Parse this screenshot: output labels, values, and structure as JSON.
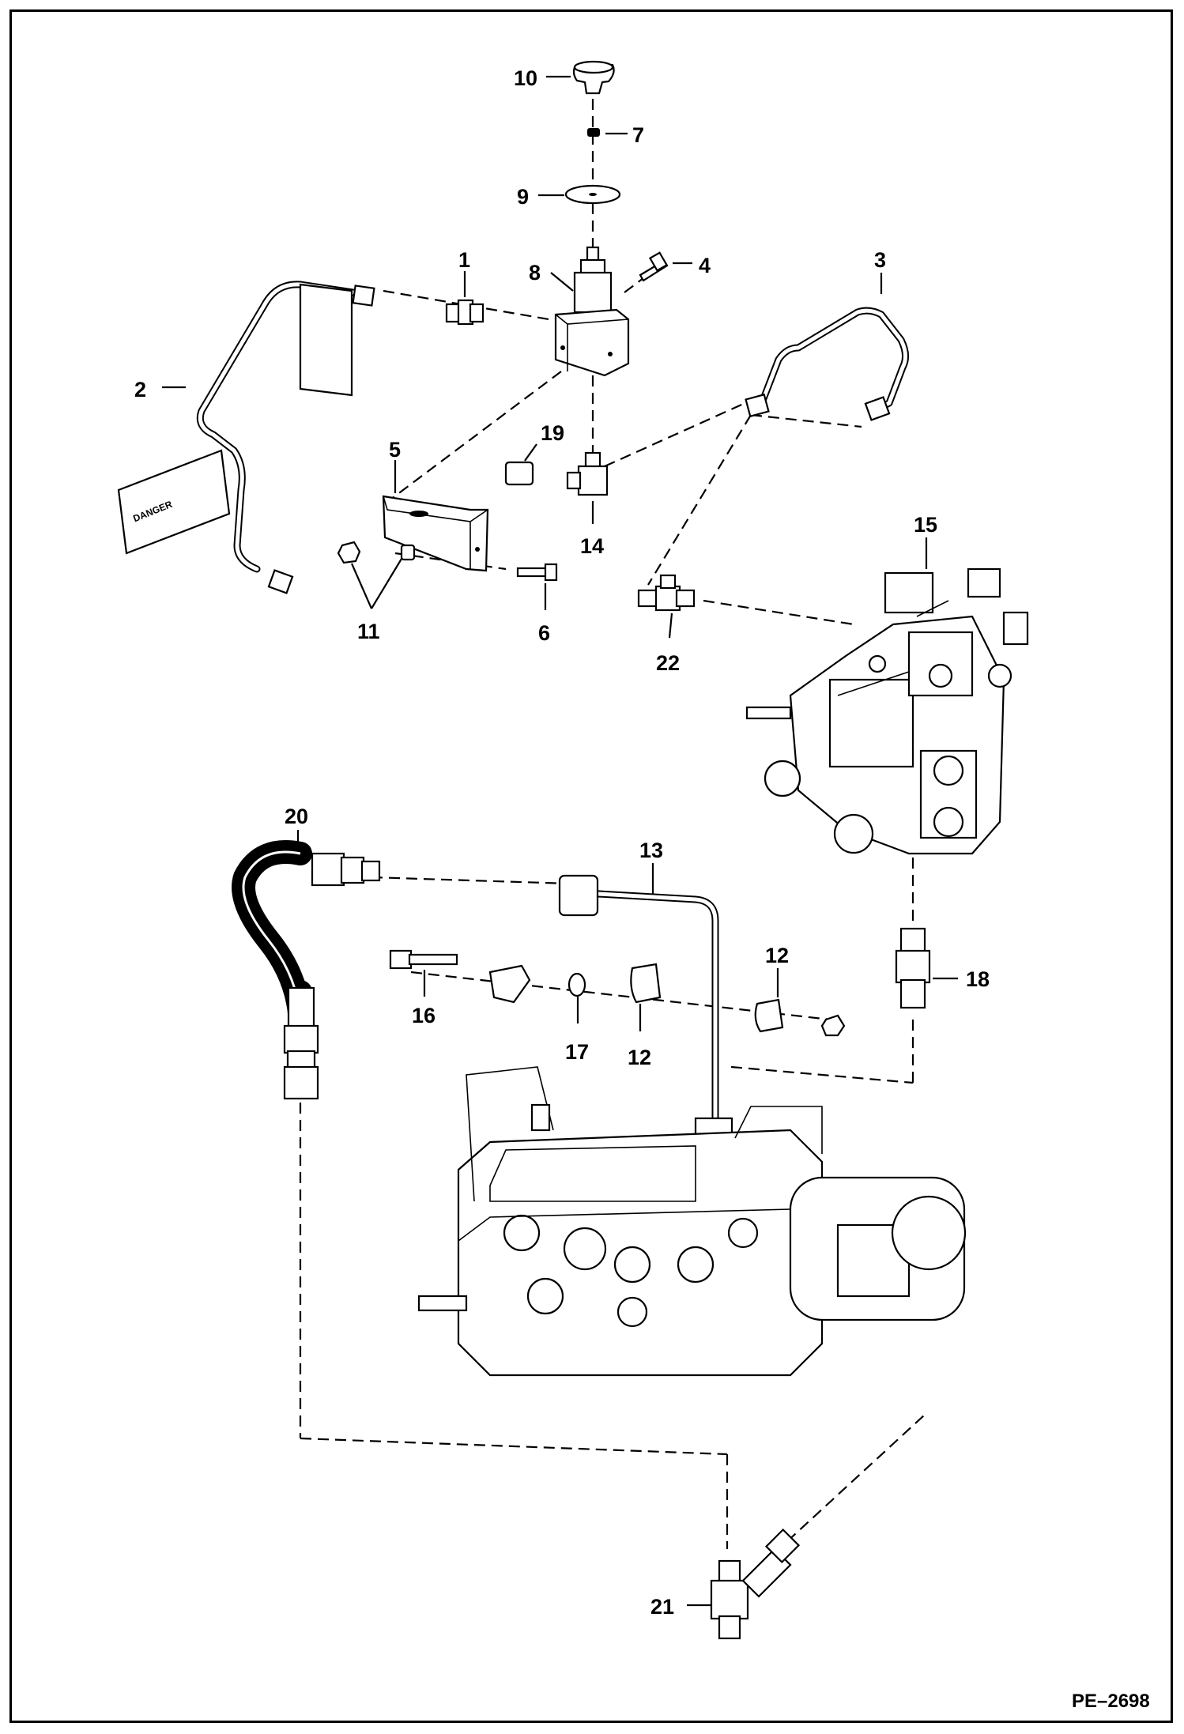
{
  "callouts": [
    "1",
    "2",
    "3",
    "4",
    "5",
    "6",
    "7",
    "8",
    "9",
    "10",
    "11",
    "12",
    "12",
    "13",
    "14",
    "15",
    "16",
    "17",
    "18",
    "19",
    "20",
    "21",
    "22"
  ],
  "decal_text": "DANGER",
  "figure_ref": "PE–2698"
}
